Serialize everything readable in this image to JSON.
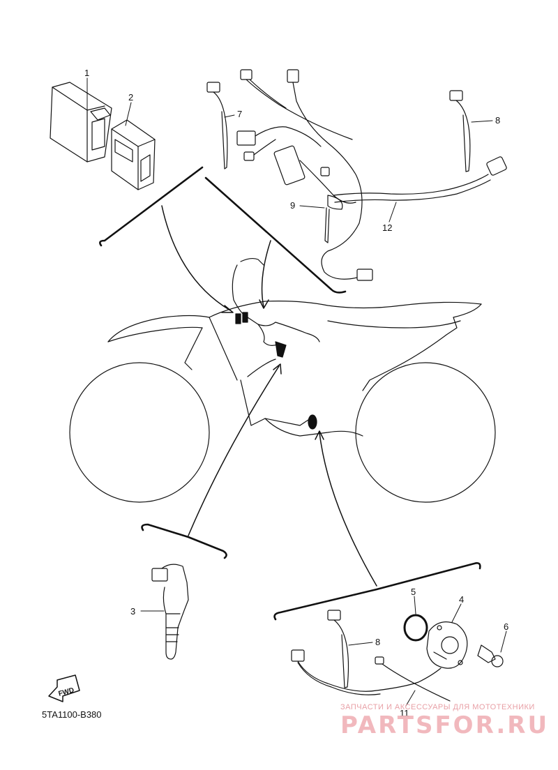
{
  "diagram_code": "5TA1100-B380",
  "fwd_label": "FWD",
  "callouts": [
    "1",
    "2",
    "3",
    "4",
    "5",
    "6",
    "7",
    "8",
    "9",
    "12",
    "8",
    "11"
  ],
  "watermark": {
    "tagline": "ЗАПЧАСТИ И АКСЕССУАРЫ ДЛЯ МОТОТЕХНИКИ",
    "brand": "PARTSFOR.RU"
  }
}
